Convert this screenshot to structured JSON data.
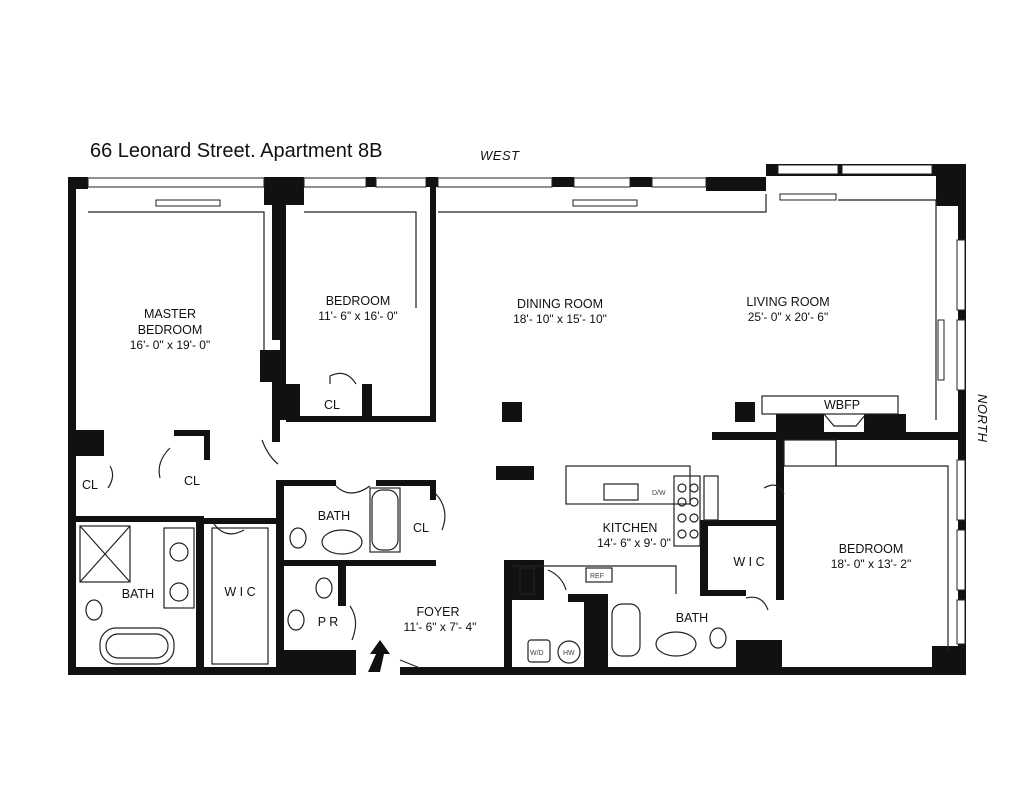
{
  "title": "66 Leonard Street. Apartment 8B",
  "compass": {
    "west": "WEST",
    "north": "NORTH"
  },
  "rooms": {
    "master": {
      "line1": "MASTER",
      "line2": "BEDROOM",
      "dims": "16'- 0\" x 19'- 0\""
    },
    "bedroom1": {
      "name": "BEDROOM",
      "dims": "11'- 6\" x 16'- 0\""
    },
    "dining": {
      "name": "DINING ROOM",
      "dims": "18'- 10\" x 15'- 10\""
    },
    "living": {
      "name": "LIVING ROOM",
      "dims": "25'- 0\" x 20'- 6\""
    },
    "kitchen": {
      "name": "KITCHEN",
      "dims": "14'- 6\" x 9'- 0\""
    },
    "foyer": {
      "name": "FOYER",
      "dims": "11'- 6\" x 7'- 4\""
    },
    "bedroom2": {
      "name": "BEDROOM",
      "dims": "18'- 0\" x 13'- 2\""
    }
  },
  "labels": {
    "cl": "CL",
    "bath": "BATH",
    "wic": "W I C",
    "pr": "P R",
    "wbfp": "WBFP",
    "dw": "D/W",
    "ref": "REF",
    "wd": "W/D",
    "hw": "HW"
  }
}
